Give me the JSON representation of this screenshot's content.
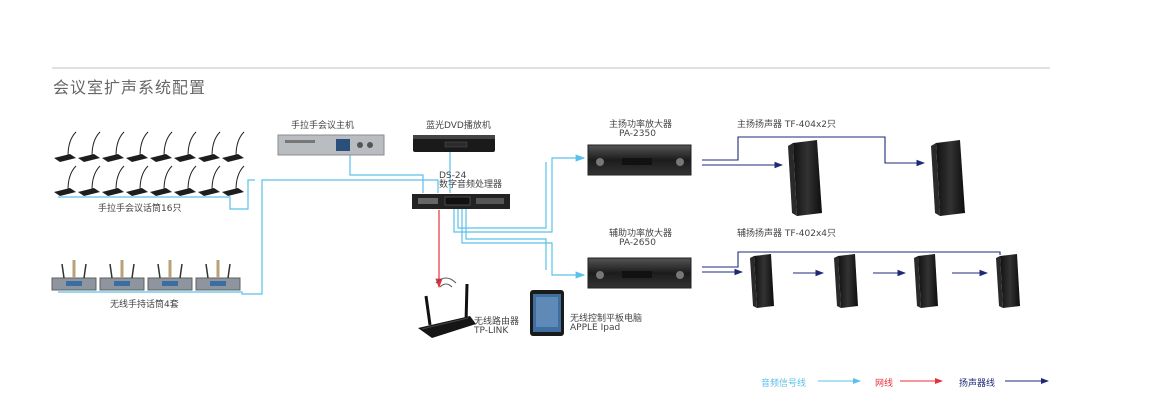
{
  "title": "会议室扩声系统配置",
  "devices": {
    "mic_group": {
      "label": "手拉手会议话筒16只"
    },
    "conference_host": {
      "label": "手拉手会议主机"
    },
    "dvd_player": {
      "label": "蓝光DVD播放机"
    },
    "processor": {
      "model": "DS-24",
      "label": "数字音频处理器"
    },
    "wireless_mics": {
      "label": "无线手持话筒4套"
    },
    "router": {
      "label": "无线路由器",
      "model": "TP-LINK"
    },
    "tablet": {
      "label": "无线控制平板电脑",
      "model": "APPLE Ipad"
    },
    "main_amp": {
      "label": "主扬功率放大器",
      "model": "PA-2350"
    },
    "aux_amp": {
      "label": "辅助功率放大器",
      "model": "PA-2650"
    },
    "main_speakers": {
      "label": "主扬扬声器 TF-404x2只"
    },
    "aux_speakers": {
      "label": "辅扬扬声器 TF-402x4只"
    }
  },
  "legend": [
    {
      "label": "音频信号线",
      "color": "#5bc0eb"
    },
    {
      "label": "网线",
      "color": "#e8303a"
    },
    {
      "label": "扬声器线",
      "color": "#1e2a78"
    }
  ],
  "colors": {
    "signal": "#5bc0eb",
    "network": "#e8303a",
    "speaker": "#1e2a78"
  }
}
